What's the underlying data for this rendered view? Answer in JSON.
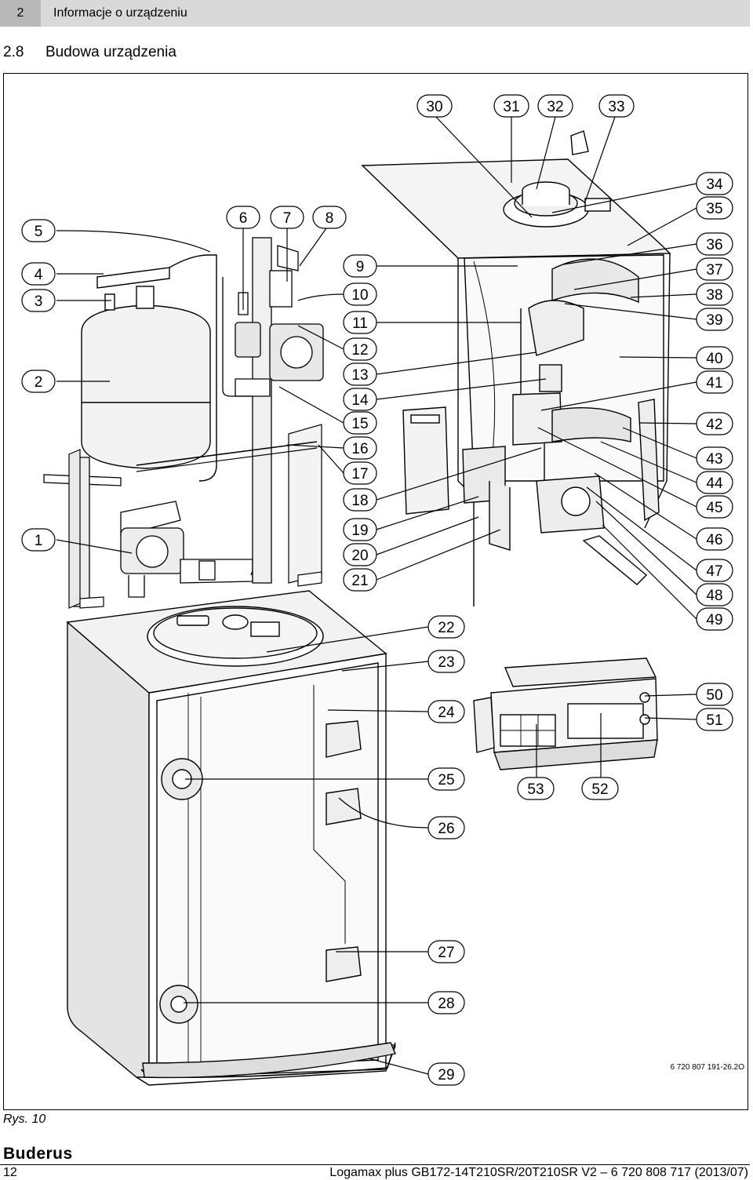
{
  "header": {
    "chapter_number": "2",
    "chapter_title": "Informacje o urządzeniu"
  },
  "section": {
    "number": "2.8",
    "title": "Budowa urządzenia"
  },
  "figure": {
    "caption": "Rys. 10",
    "code": "6 720 807 191-26.2O",
    "callouts": [
      "1",
      "2",
      "3",
      "4",
      "5",
      "6",
      "7",
      "8",
      "9",
      "10",
      "11",
      "12",
      "13",
      "14",
      "15",
      "16",
      "17",
      "18",
      "19",
      "20",
      "21",
      "22",
      "23",
      "24",
      "25",
      "26",
      "27",
      "28",
      "29",
      "30",
      "31",
      "32",
      "33",
      "34",
      "35",
      "36",
      "37",
      "38",
      "39",
      "40",
      "41",
      "42",
      "43",
      "44",
      "45",
      "46",
      "47",
      "48",
      "49",
      "50",
      "51",
      "52",
      "53"
    ]
  },
  "footer": {
    "brand": "Buderus",
    "page_number": "12",
    "doc_ref": "Logamax plus GB172-14T210SR/20T210SR V2 – 6 720 808 717 (2013/07)"
  }
}
